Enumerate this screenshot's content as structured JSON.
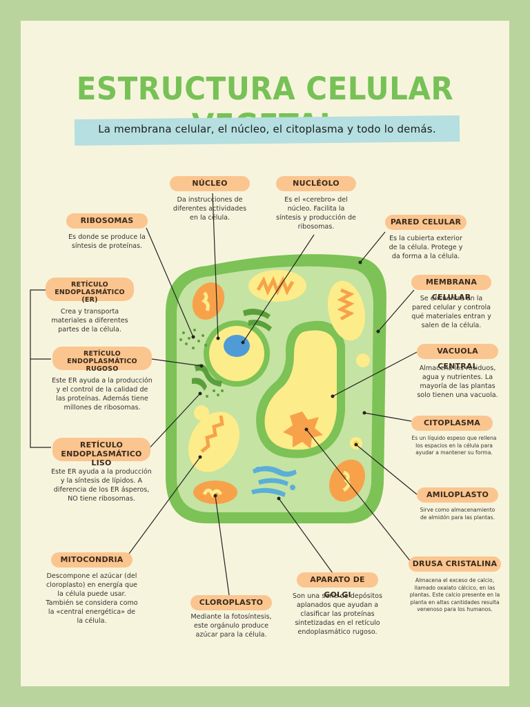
{
  "title": "ESTRUCTURA CELULAR VEGETAL",
  "subtitle": "La membrana celular, el núcleo, el citoplasma y todo lo demás.",
  "parts": {
    "nucleo": {
      "label": "NÚCLEO",
      "desc": "Da instrucciones de diferentes actividades en la célula."
    },
    "nucleolo": {
      "label": "NUCLÉOLO",
      "desc": "Es el «cerebro» del núcleo. Facilita la síntesis y producción de ribosomas."
    },
    "ribosomas": {
      "label": "RIBOSOMAS",
      "desc": "Es donde se produce la síntesis de proteínas."
    },
    "pared": {
      "label": "PARED CELULAR",
      "desc": "Es la cubierta exterior de la célula. Protege y da forma a la célula."
    },
    "re": {
      "label_line1": "RETÍCULO",
      "label_line2": "ENDOPLASMÁTICO (ER)",
      "desc": "Crea y transporta materiales a diferentes partes de la célula."
    },
    "membrana": {
      "label": "MEMBRANA CELULAR",
      "desc": "Se encuentra en la pared celular y controla qué materiales entran y salen de la célula."
    },
    "rugoso": {
      "label_line1": "RETÍCULO",
      "label_line2": "ENDOPLASMÁTICO RUGOSO",
      "desc": "Este ER ayuda a la producción y el control de la calidad de las proteínas. Además tiene millones de ribosomas."
    },
    "vacuola": {
      "label": "VACUOLA CENTRAL",
      "desc": "Almacena los residuos, agua y nutrientes. La mayoría de las plantas solo tienen una vacuola."
    },
    "citoplasma": {
      "label": "CITOPLASMA",
      "desc": "Es un líquido espeso que rellena los espacios en la célula para ayudar a mantener su forma."
    },
    "liso": {
      "label_line1": "RETÍCULO",
      "label_line2": "ENDOPLASMÁTICO LISO",
      "desc": "Este ER ayuda a la producción y la síntesis de lípidos. A diferencia de los ER ásperos, NO tiene ribosomas."
    },
    "amiloplasto": {
      "label": "AMILOPLASTO",
      "desc": "Sirve como almacenamiento de almidón para las plantas."
    },
    "mitocondria": {
      "label": "MITOCONDRIA",
      "desc": "Descompone el azúcar (del cloroplasto) en energía que la célula puede usar. También se considera como la «central energética» de la célula."
    },
    "drusa": {
      "label": "DRUSA CRISTALINA",
      "desc": "Almacena el exceso de calcio, llamado oxalato cálcico, en las plantas. Este calcio presente en la planta en altas cantidades resulta venenoso para los humanos."
    },
    "golgi": {
      "label": "APARATO DE GOLGI",
      "desc": "Son una serie de depósitos aplanados que ayudan a clasificar las proteínas sintetizadas en el retículo endoplasmático rugoso."
    },
    "cloroplasto": {
      "label": "CLOROPLASTO",
      "desc": "Mediante la fotosíntesis, este orgánulo produce azúcar para la célula."
    }
  },
  "colors": {
    "background_border": "#b9d49c",
    "poster": "#f7f4dd",
    "title": "#77c156",
    "pill": "#fbc590",
    "cell_wall": "#7cc256",
    "cytoplasm": "#c5e3a3",
    "yellow": "#fdec8a",
    "orange": "#f7a24a",
    "golgi_blue": "#5aaed8",
    "nucleolus": "#4f9bd6"
  }
}
